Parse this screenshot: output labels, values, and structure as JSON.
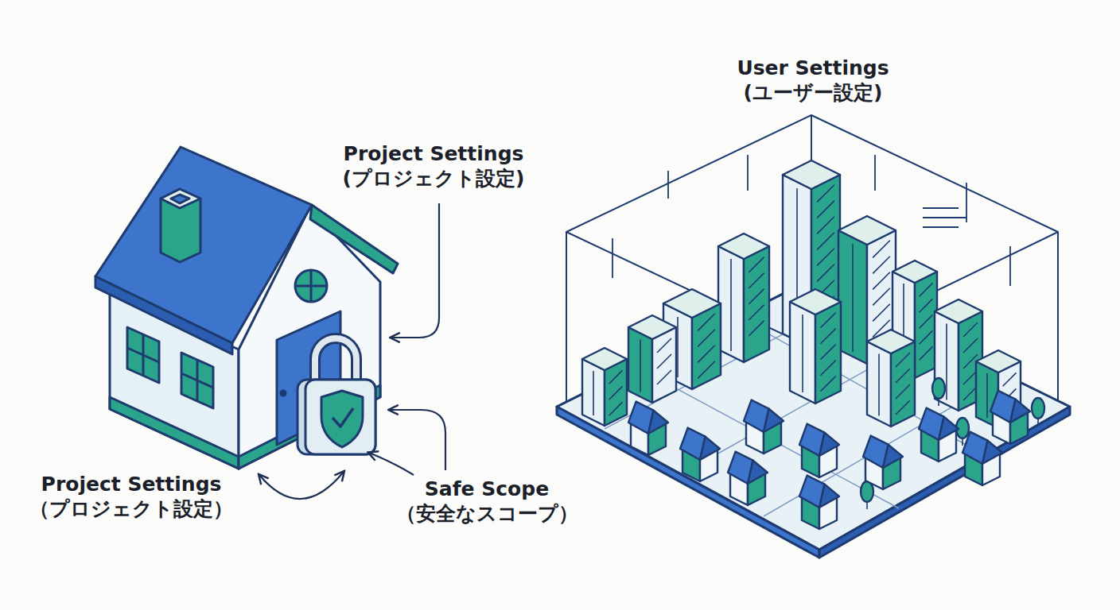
{
  "diagram": {
    "labels": [
      "User Settings (ユーザー設定)",
      "Project Settings (プロジェクト設定)",
      "Project Settings （プロジェクト設定）",
      "Safe Scope （安全なスコープ）"
    ]
  }
}
